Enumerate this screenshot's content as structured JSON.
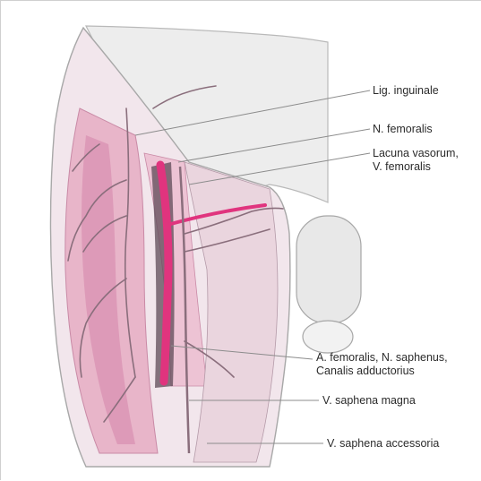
{
  "figure": {
    "labels": {
      "lig_inguinale": "Lig. inguinale",
      "n_femoralis": "N. femoralis",
      "lacuna_line1": "Lacuna vasorum,",
      "lacuna_line2": "V. femoralis",
      "a_femoralis_line1": "A. femoralis, N. saphenus,",
      "a_femoralis_line2": "Canalis adductorius",
      "v_saphena_magna": "V. saphena magna",
      "v_saphena_accessoria": "V. saphena accessoria"
    },
    "colors": {
      "skin": "#f1e4ea",
      "muscle": "#e3a9c1",
      "muscle_dark": "#c9779c",
      "artery": "#e0347e",
      "vein": "#8a6e7c",
      "outline": "#9c9c9c",
      "leader": "#8c8c8c"
    }
  }
}
